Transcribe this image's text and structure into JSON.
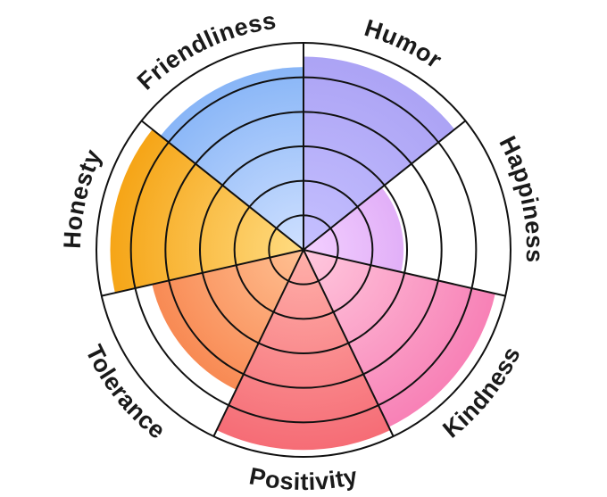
{
  "chart_data": {
    "type": "polar-area",
    "rings": 6,
    "max_value": 6,
    "categories": [
      "Humor",
      "Happiness",
      "Kindness",
      "Positivity",
      "Tolerance",
      "Honesty",
      "Friendliness"
    ],
    "values": [
      5.6,
      2.9,
      5.7,
      5.8,
      4.5,
      5.6,
      5.3
    ],
    "colors": [
      [
        "#c5c0ff",
        "#aaa1f4"
      ],
      [
        "#f3d0ff",
        "#cf8cf0"
      ],
      [
        "#ffc9de",
        "#f77db4"
      ],
      [
        "#ffb0aa",
        "#f56a74"
      ],
      [
        "#ffc092",
        "#f6783f"
      ],
      [
        "#ffdc82",
        "#f5a10f"
      ],
      [
        "#cfe0ff",
        "#7fb0f6"
      ]
    ],
    "legend": "none",
    "grid": true
  }
}
